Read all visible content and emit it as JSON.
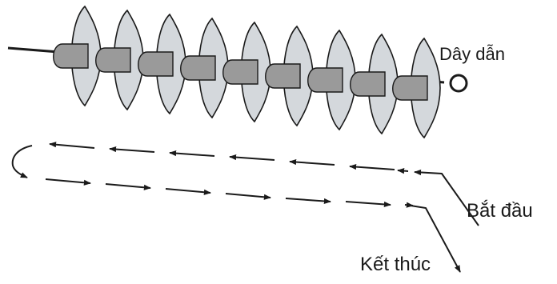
{
  "labels": {
    "conductor": "Dây dẫn",
    "start": "Bắt đầu",
    "end": "Kết thúc"
  },
  "colors": {
    "disc_fill": "#d4d8dc",
    "cap_fill": "#9a9a9a",
    "line": "#1a1a1a"
  },
  "insulator": {
    "disc_count": 9
  },
  "path_arrows": {
    "top_row_count": 7,
    "bottom_row_count": 7
  }
}
